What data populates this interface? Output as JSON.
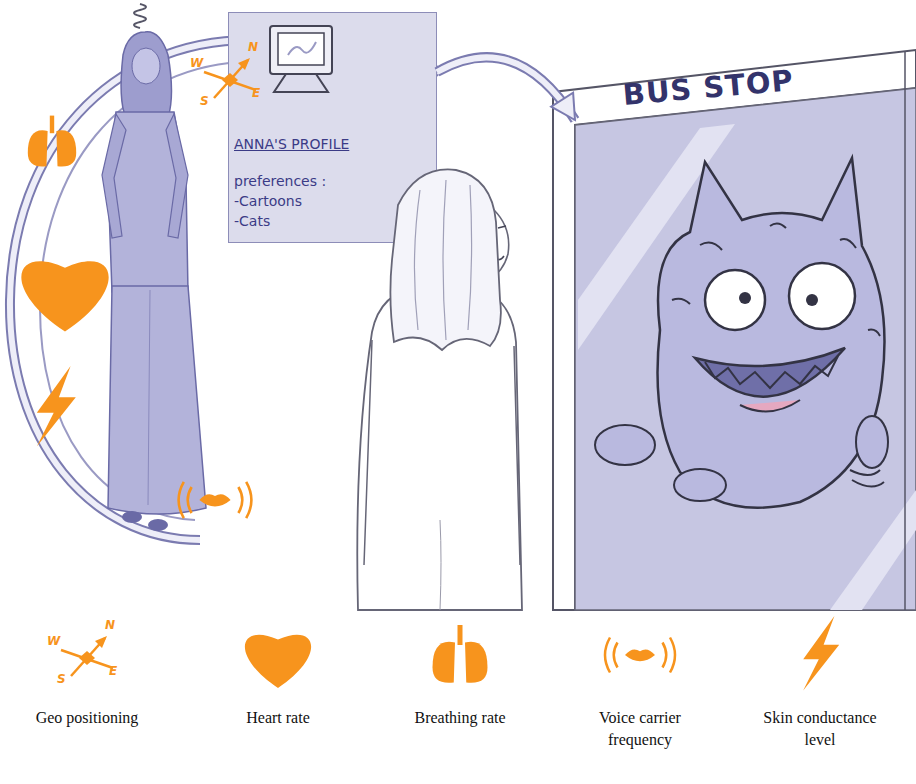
{
  "diagram": {
    "nodes": [
      {
        "text": [
          "ANNA'S PROFILE",
          "preferences :",
          "-Cartoons",
          "-Cats"
        ]
      },
      {
        "text": [
          "BUS STOP"
        ]
      }
    ],
    "edges": [
      {
        "from": 0,
        "to": 1,
        "arrow": "to"
      }
    ],
    "labels": [
      "W",
      "N",
      "E",
      "S",
      "W",
      "N",
      "E",
      "S"
    ],
    "legend": [
      {
        "text": "Geo positioning"
      },
      {
        "text": "Heart rate"
      },
      {
        "text": "Breathing rate"
      },
      {
        "text": "Voice carrier frequency"
      },
      {
        "text": "Skin conductance level"
      }
    ]
  }
}
